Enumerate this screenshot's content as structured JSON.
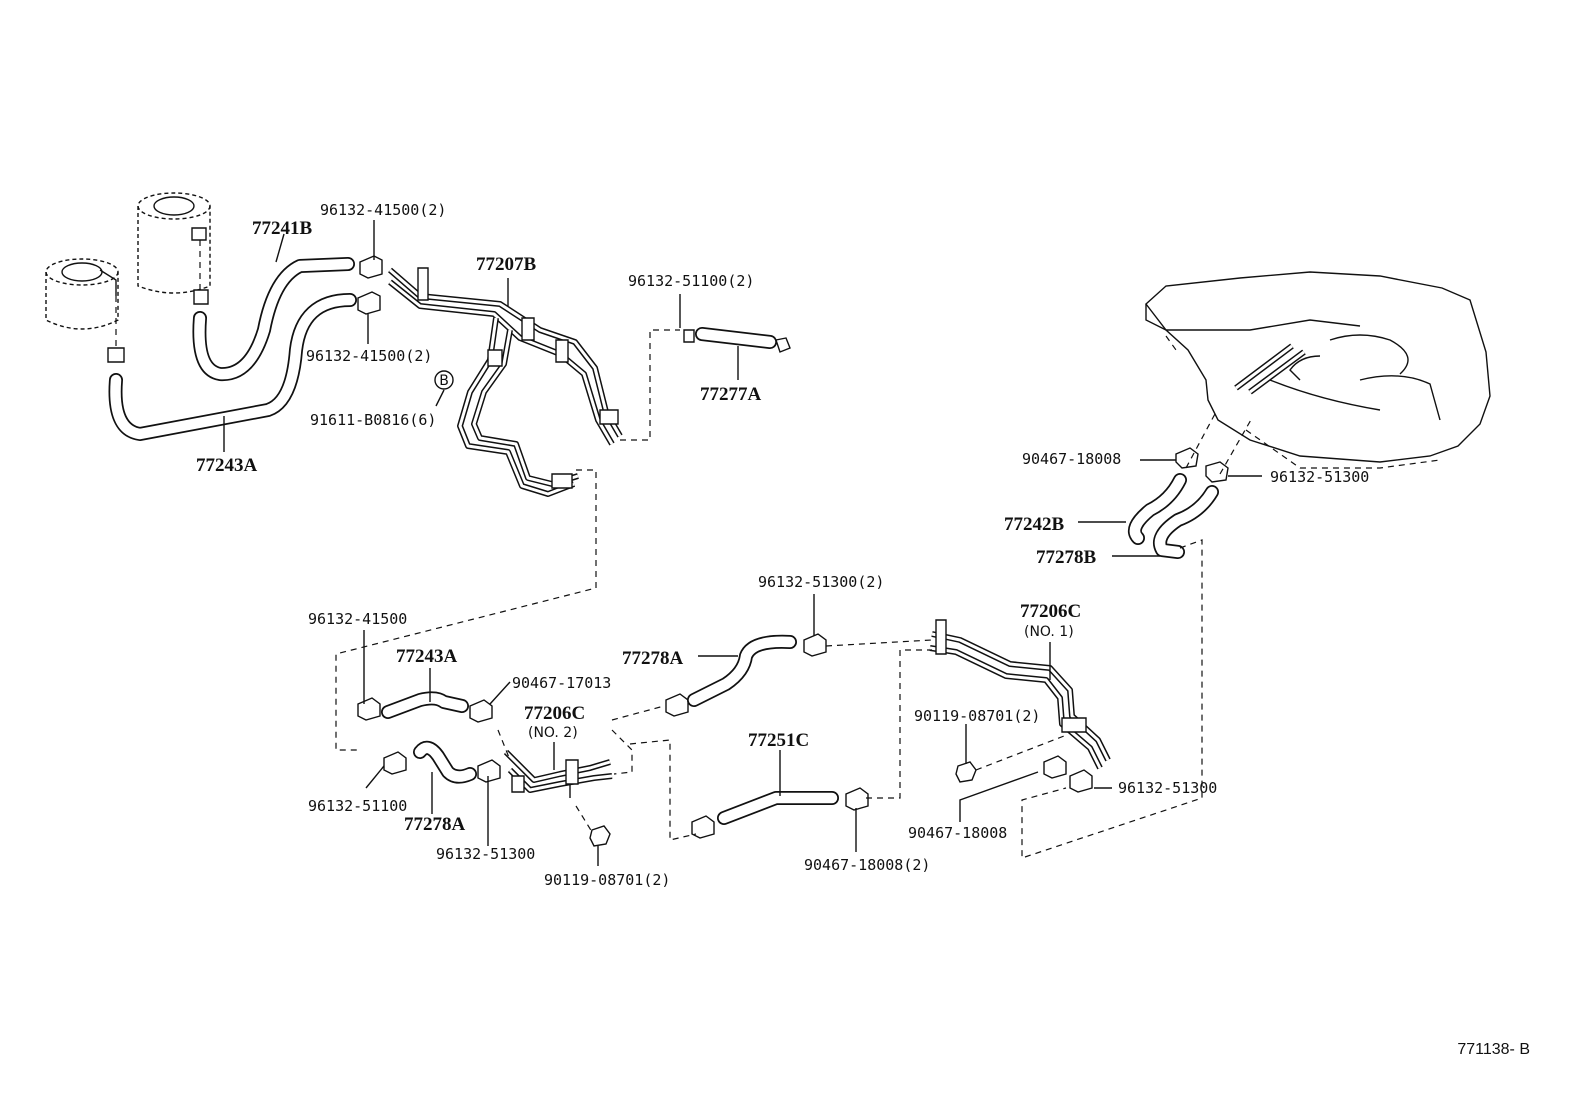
{
  "diagram": {
    "callouts": [
      "96132-41500(2)",
      "77241B",
      "77207B",
      "96132-51100(2)",
      "96132-41500(2)",
      "91611-B0816(6)",
      "77243A",
      "77277A",
      "90467-18008",
      "96132-51300",
      "77242B",
      "77278B",
      "96132-51300(2)",
      "77206C",
      "(NO. 1)",
      "96132-41500",
      "77243A",
      "90467-17013",
      "77278A",
      "77206C",
      "(NO. 2)",
      "77251C",
      "90119-08701(2)",
      "96132-51100",
      "77278A",
      "96132-51300",
      "90119-08701(2)",
      "90467-18008",
      "96132-51300",
      "90467-18008(2)"
    ],
    "marker": "B",
    "figure_code": "771138- B"
  }
}
